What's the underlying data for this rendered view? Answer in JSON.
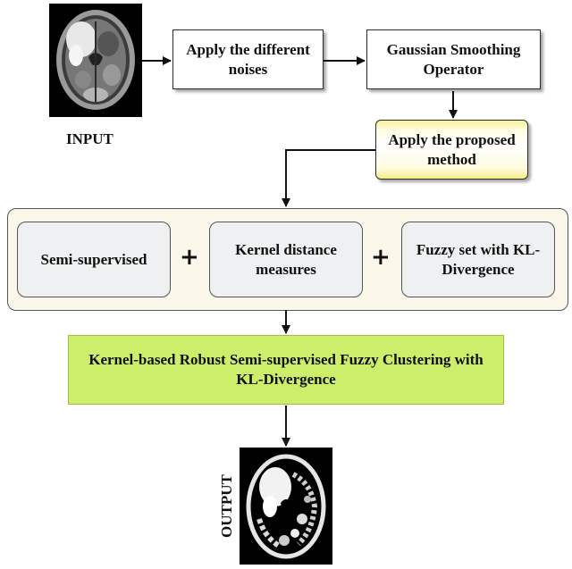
{
  "input": {
    "label": "INPUT"
  },
  "output": {
    "label": "OUTPUT"
  },
  "steps": {
    "noises": "Apply the different noises",
    "gaussian": "Gaussian Smoothing Operator",
    "proposed": "Apply the proposed method"
  },
  "components": [
    {
      "label": "Semi-supervised"
    },
    {
      "label": "Kernel distance measures"
    },
    {
      "label": "Fuzzy set with KL-Divergence"
    }
  ],
  "plus_symbol": "+",
  "final": {
    "label": "Kernel-based Robust Semi-supervised Fuzzy Clustering with KL-Divergence"
  },
  "colors": {
    "final_fill": "#ccee6a",
    "proposed_accent": "#f4ec88",
    "group_fill": "#fbf7ea"
  }
}
